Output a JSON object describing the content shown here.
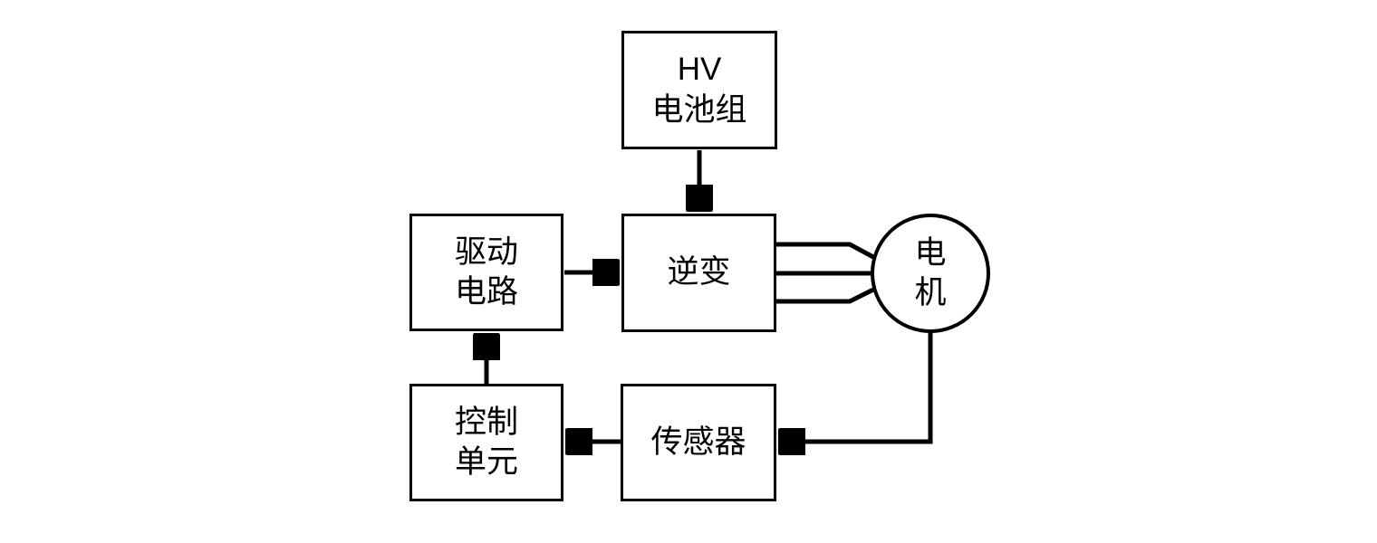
{
  "diagram": {
    "description": "Motor drive system block diagram",
    "colors": {
      "background": "#ffffff",
      "line": "#000000",
      "box_fill": "#ffffff",
      "text": "#000000"
    },
    "nodes": {
      "hv_battery": {
        "lines": [
          "HV",
          "电池组"
        ]
      },
      "drive_circuit": {
        "lines": [
          "驱动",
          "电路"
        ]
      },
      "inverter": {
        "label": "逆变"
      },
      "motor": {
        "lines": [
          "电",
          "机"
        ]
      },
      "control_unit": {
        "lines": [
          "控制",
          "单元"
        ]
      },
      "sensor": {
        "label": "传感器"
      }
    },
    "edges": [
      {
        "from": "hv_battery",
        "to": "inverter",
        "type": "arrow"
      },
      {
        "from": "drive_circuit",
        "to": "inverter",
        "type": "arrow"
      },
      {
        "from": "inverter",
        "to": "motor",
        "type": "three-phase-lines"
      },
      {
        "from": "motor",
        "to": "sensor",
        "type": "arrow"
      },
      {
        "from": "sensor",
        "to": "control_unit",
        "type": "arrow"
      },
      {
        "from": "control_unit",
        "to": "drive_circuit",
        "type": "arrow"
      }
    ]
  }
}
